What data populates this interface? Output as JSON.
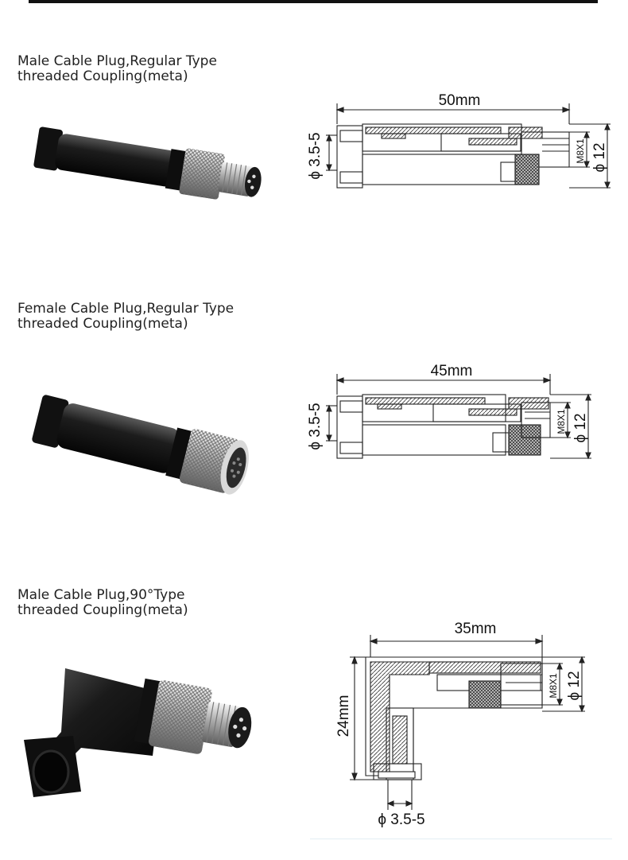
{
  "sections": [
    {
      "title_line1": "Male Cable Plug,Regular Type",
      "title_line2": "threaded Coupling(meta)",
      "length": "50mm",
      "cable_dia": "ϕ 3.5-5",
      "thread": "M8X1",
      "outer_dia": "ϕ 12"
    },
    {
      "title_line1": "Female Cable Plug,Regular Type",
      "title_line2": "threaded Coupling(meta)",
      "length": "45mm",
      "cable_dia": "ϕ 3.5-5",
      "thread": "M8X1",
      "outer_dia": "ϕ 12"
    },
    {
      "title_line1": "Male Cable Plug,90°Type",
      "title_line2": "threaded Coupling(meta)",
      "length": "35mm",
      "height": "24mm",
      "cable_dia": "ϕ 3.5-5",
      "thread": "M8X1",
      "outer_dia": "ϕ 12"
    }
  ]
}
